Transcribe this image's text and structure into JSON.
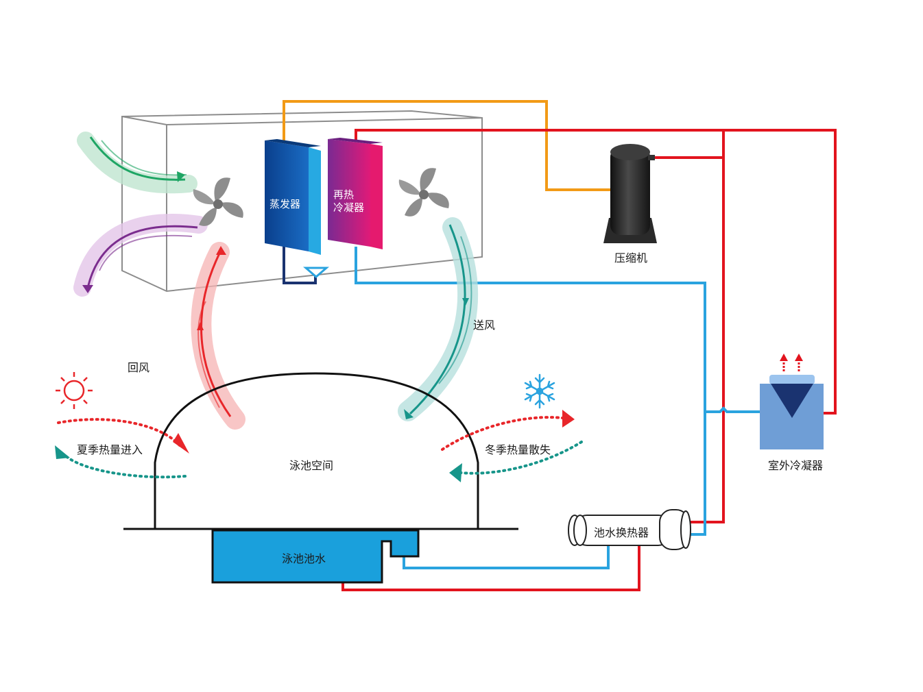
{
  "labels": {
    "evaporator": "蒸发器",
    "reheat_condenser_line1": "再热",
    "reheat_condenser_line2": "冷凝器",
    "compressor": "压缩机",
    "supply_air": "送风",
    "return_air": "回风",
    "summer_heat_in": "夏季热量进入",
    "winter_heat_loss": "冬季热量散失",
    "pool_space": "泳池空间",
    "pool_water": "泳池池水",
    "pool_water_heat_exchanger": "池水换热器",
    "outdoor_condenser": "室外冷凝器"
  },
  "icons": [
    "fan-icon",
    "sun-icon",
    "snowflake-icon",
    "exhaust-arrow-icon"
  ],
  "colors": {
    "hot_refrigerant": "#e2141e",
    "cold_water": "#2aa3df",
    "suction_line": "#f29a16",
    "evaporator": "#0d55a6",
    "reheat_condenser": "#c8177e",
    "pool_water": "#1aa0dc",
    "outdoor_condenser": "#6f9ed6",
    "return_air_arrow": "#e8262a",
    "supply_air_arrow": "#17958a",
    "fresh_air_in": "#1ea564",
    "exhaust_air": "#7b2d8e"
  }
}
